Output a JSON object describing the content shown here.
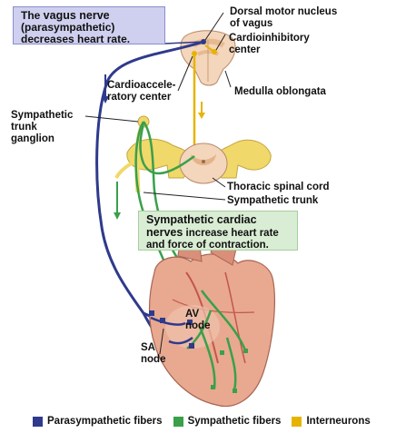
{
  "labels": {
    "vagus_prefix": "The ",
    "vagus_bold": "vagus nerve",
    "vagus_line2": "(parasympathetic)",
    "vagus_line3": "decreases heart rate.",
    "dorsal_motor_l1": "Dorsal motor nucleus",
    "dorsal_motor_l2": "of vagus",
    "cardioinhibitory_l1": "Cardioinhibitory",
    "cardioinhibitory_l2": "center",
    "cardioacceleratory_l1": "Cardioaccele-",
    "cardioacceleratory_l2": "ratory center",
    "medulla": "Medulla oblongata",
    "sympathetic_trunk_ganglion_l1": "Sympathetic",
    "sympathetic_trunk_ganglion_l2": "trunk",
    "sympathetic_trunk_ganglion_l3": "ganglion",
    "thoracic_spinal_cord": "Thoracic spinal cord",
    "sympathetic_trunk": "Sympathetic trunk",
    "symp_cardiac_bold_1": "Sympathetic cardiac",
    "symp_cardiac_bold_2": "nerves",
    "symp_cardiac_rest_1": " increase heart rate",
    "symp_cardiac_rest_2": "and force of contraction.",
    "av_node_l1": "AV",
    "av_node_l2": "node",
    "sa_node_l1": "SA",
    "sa_node_l2": "node"
  },
  "legend": [
    {
      "label": "Parasympathetic fibers",
      "color": "#2e3a8c"
    },
    {
      "label": "Sympathetic fibers",
      "color": "#3aa04a"
    },
    {
      "label": "Interneurons",
      "color": "#e6b400"
    }
  ],
  "colors": {
    "parasympathetic": "#2e3a8c",
    "sympathetic": "#3aa04a",
    "interneuron": "#e6b400",
    "vagus_box": "#cfd0ef",
    "symp_box": "#d9ecd4",
    "tissue": "#f3d6bb",
    "spinal_fibers": "#f1d86a"
  }
}
